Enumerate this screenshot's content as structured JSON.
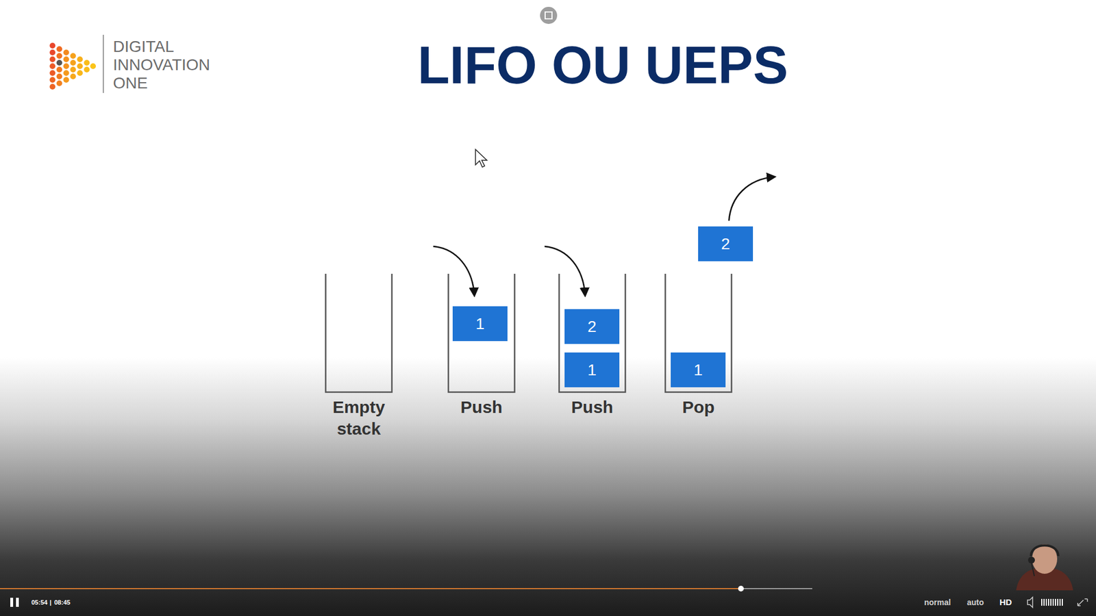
{
  "diagram": {
    "title": "LIFO OU UEPS",
    "nodes": [
      {
        "text": [
          "Empty stack"
        ]
      },
      {
        "text": [
          "Push"
        ]
      },
      {
        "text": [
          "1"
        ],
        "in": 1
      },
      {
        "text": [
          "Push"
        ]
      },
      {
        "text": [
          "2"
        ],
        "in": 3
      },
      {
        "text": [
          "1"
        ],
        "in": 3
      },
      {
        "text": [
          "Pop"
        ]
      },
      {
        "text": [
          "1"
        ],
        "in": 6
      },
      {
        "text": [
          "2"
        ]
      }
    ],
    "labels": [
      "DIGITAL INNOVATION ONE",
      "05:54",
      "|",
      "08:45",
      "normal",
      "auto",
      "HD"
    ]
  }
}
